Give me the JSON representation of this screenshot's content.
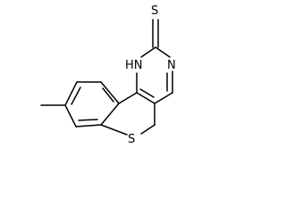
{
  "structure": {
    "atom_labels": {
      "thione_sulfur": "S",
      "ring_nh": "HN",
      "ring_n": "N",
      "ring_sulfur": "S"
    }
  }
}
